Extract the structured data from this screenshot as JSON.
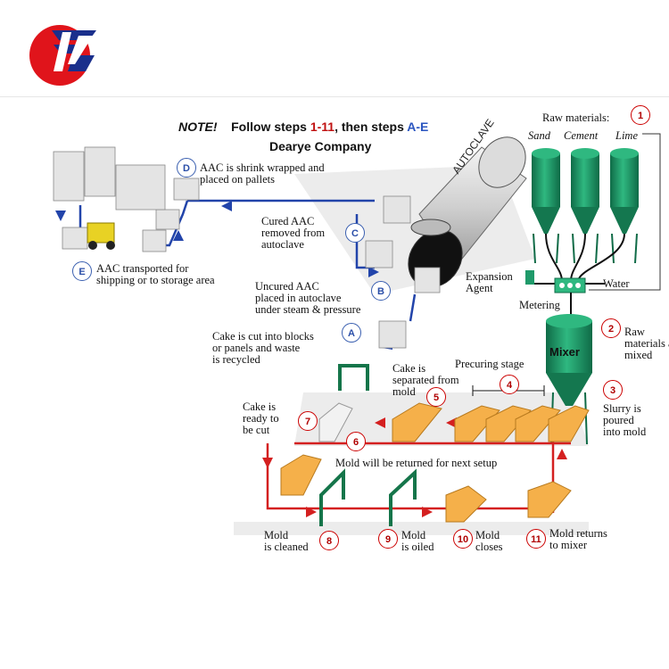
{
  "note": {
    "prefix": "NOTE!",
    "follow": "Follow steps",
    "steps_num": "1-11",
    "then": ", then steps",
    "steps_letters": "A-E"
  },
  "company": "Dearye Company",
  "autoclave_label": "AUTOCLAVE",
  "raw": {
    "title": "Raw materials:",
    "sand": "Sand",
    "cement": "Cement",
    "lime": "Lime"
  },
  "mixer_label": "Mixer",
  "water_label": "Water",
  "expansion": [
    "Expansion",
    "Agent"
  ],
  "metering": "Metering",
  "steps": {
    "s1": "1",
    "s2": {
      "num": "2",
      "lines": [
        "Raw",
        "materials are",
        "mixed"
      ]
    },
    "s3": {
      "num": "3",
      "lines": [
        "Slurry is",
        "poured",
        "into mold"
      ]
    },
    "s4": {
      "num": "4",
      "label": "Precuring stage"
    },
    "s5": {
      "num": "5",
      "lines": [
        "Cake is",
        "separated from",
        "mold"
      ]
    },
    "s6": {
      "num": "6",
      "label": "Mold will be returned for next setup"
    },
    "s7": {
      "num": "7",
      "lines": [
        "Cake is",
        "ready to",
        "be cut"
      ]
    },
    "s8": {
      "num": "8",
      "lines": [
        "Mold",
        "is cleaned"
      ]
    },
    "s9": {
      "num": "9",
      "lines": [
        "Mold",
        "is oiled"
      ]
    },
    "s10": {
      "num": "10",
      "lines": [
        "Mold",
        "closes"
      ]
    },
    "s11": {
      "num": "11",
      "lines": [
        "Mold returns",
        "to mixer"
      ]
    }
  },
  "letters": {
    "A": {
      "id": "A",
      "lines": [
        "Cake is cut into blocks",
        "or panels and waste",
        "is recycled"
      ]
    },
    "B": {
      "id": "B",
      "lines": [
        "Uncured AAC",
        "placed in autoclave",
        "under steam & pressure"
      ]
    },
    "C": {
      "id": "C",
      "lines": [
        "Cured AAC",
        "removed from",
        "autoclave"
      ]
    },
    "D": {
      "id": "D",
      "lines": [
        "AAC is shrink wrapped and",
        "placed on pallets"
      ]
    },
    "E": {
      "id": "E",
      "lines": [
        "AAC transported for",
        "shipping or to storage area"
      ]
    }
  },
  "colors": {
    "logo_red": "#e0141b",
    "logo_blue": "#1a2f8c",
    "silo_green": "#1f9a6a",
    "mold_orange": "#f5b04a",
    "red_line": "#d42020",
    "blue_line": "#2244aa"
  }
}
